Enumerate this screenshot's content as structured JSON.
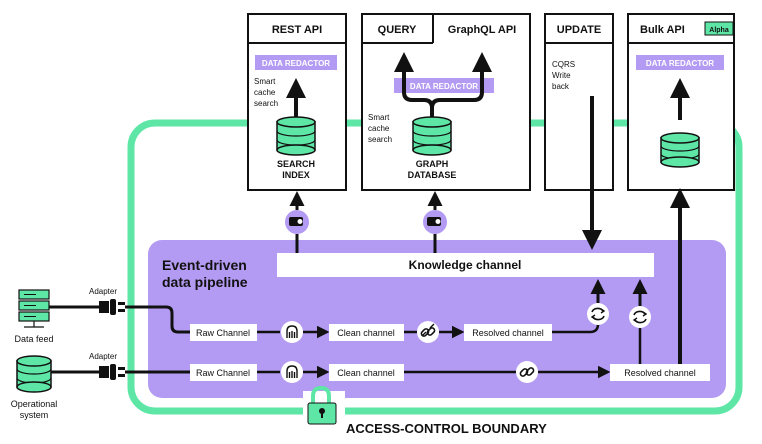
{
  "apis": {
    "rest": {
      "title": "REST API",
      "redactor": "DATA REDACTOR",
      "note": [
        "Smart",
        "cache",
        "search"
      ],
      "store": [
        "SEARCH",
        "INDEX"
      ]
    },
    "query": {
      "title": "QUERY"
    },
    "graphql": {
      "title": "GraphQL API",
      "redactor": "DATA REDACTOR",
      "note": [
        "Smart",
        "cache",
        "search"
      ],
      "store": [
        "GRAPH",
        "DATABASE"
      ]
    },
    "update": {
      "title": "UPDATE",
      "note": [
        "CQRS",
        "Write",
        "back"
      ]
    },
    "bulk": {
      "title": "Bulk API",
      "badge": "Alpha",
      "redactor": "DATA REDACTOR"
    }
  },
  "pipeline": {
    "title": [
      "Event-driven",
      "data pipeline"
    ],
    "knowledge": "Knowledge channel",
    "row1": {
      "raw": "Raw Channel",
      "clean": "Clean channel",
      "resolved": "Resolved channel"
    },
    "row2": {
      "raw": "Raw Channel",
      "clean": "Clean channel",
      "resolved": "Resolved channel"
    }
  },
  "sources": {
    "feed": {
      "adapter": "Adapter",
      "label": "Data feed"
    },
    "ops": {
      "adapter": "Adapter",
      "label": [
        "Operational",
        "system"
      ]
    }
  },
  "boundary": "ACCESS-CONTROL BOUNDARY",
  "colors": {
    "green": "#5ee6a6",
    "purple": "#b39af2",
    "purple_dark": "#8d6ae6",
    "ink": "#111111"
  }
}
